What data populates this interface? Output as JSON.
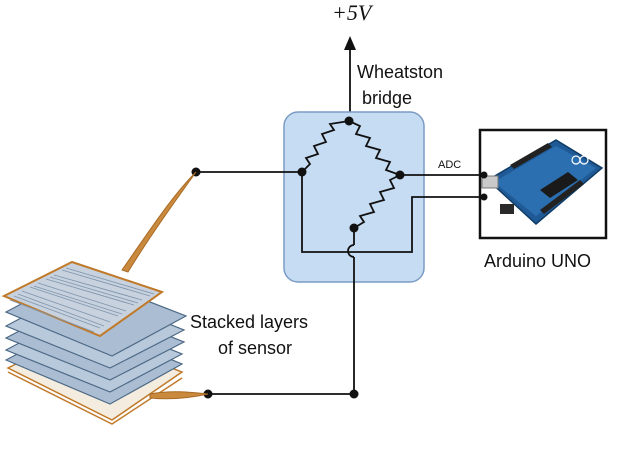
{
  "supply": {
    "label": "+5V"
  },
  "bridge": {
    "label_line1": "Wheatston",
    "label_line2": "bridge"
  },
  "adc": {
    "label": "ADC"
  },
  "arduino": {
    "label": "Arduino UNO"
  },
  "sensor": {
    "label_line1": "Stacked layers",
    "label_line2": "of sensor"
  },
  "colors": {
    "bridge_fill": "#c6dcf2",
    "bridge_stroke": "#7a9cc4",
    "sensor_border": "#c07a2a",
    "layer_blue": "#aabdd2",
    "board_blue": "#1f5a96",
    "wire": "#111111"
  }
}
